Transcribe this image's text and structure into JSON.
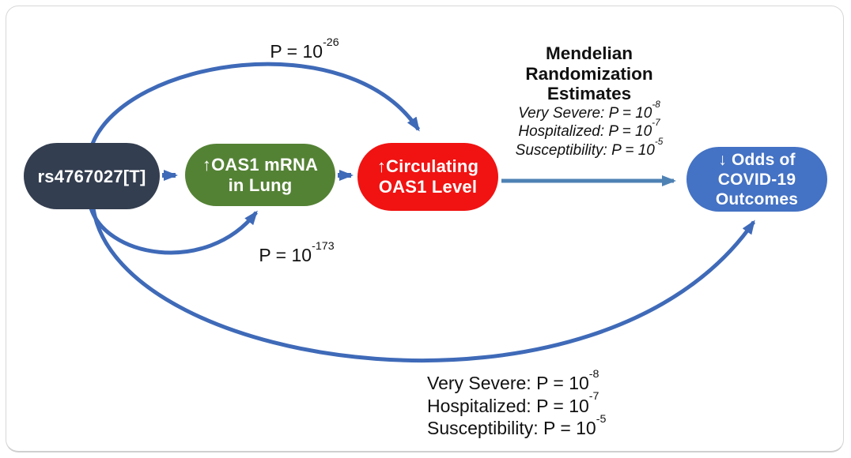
{
  "colors": {
    "background": "#ffffff",
    "card_border": "#d7d7d7",
    "node_snp": "#333e50",
    "node_mrna": "#548235",
    "node_protein": "#f01312",
    "node_outcome": "#4472c4",
    "node_text": "#ffffff",
    "arrow_curve": "#3f6ab8",
    "arrow_straight": "#4e82b4",
    "label_text": "#111111"
  },
  "nodes": {
    "snp": {
      "line1": "rs4767027[T]"
    },
    "mrna": {
      "line1": "↑OAS1 mRNA",
      "line2": "in Lung"
    },
    "protein": {
      "line1": "↑Circulating",
      "line2": "OAS1 Level"
    },
    "outcome": {
      "line1": "↓ Odds of",
      "line2": "COVID-19",
      "line3": "Outcomes"
    }
  },
  "edge_labels": {
    "snp_to_protein": {
      "base": "P = 10",
      "exp": "-26"
    },
    "snp_to_mrna": {
      "base": "P = 10",
      "exp": "-173"
    }
  },
  "mr_estimates": {
    "title_line1": "Mendelian",
    "title_line2": "Randomization",
    "title_line3": "Estimates",
    "very_severe": {
      "base": "Very Severe: P = 10",
      "exp": "-8"
    },
    "hospitalized": {
      "base": "Hospitalized: P = 10",
      "exp": "-7"
    },
    "susceptibility": {
      "base": "Susceptibility: P = 10",
      "exp": "-5"
    }
  },
  "outcome_estimates": {
    "very_severe": {
      "base": "Very Severe: P = 10",
      "exp": "-8"
    },
    "hospitalized": {
      "base": "Hospitalized: P = 10",
      "exp": "-7"
    },
    "susceptibility": {
      "base": "Susceptibility: P = 10",
      "exp": "-5"
    }
  }
}
